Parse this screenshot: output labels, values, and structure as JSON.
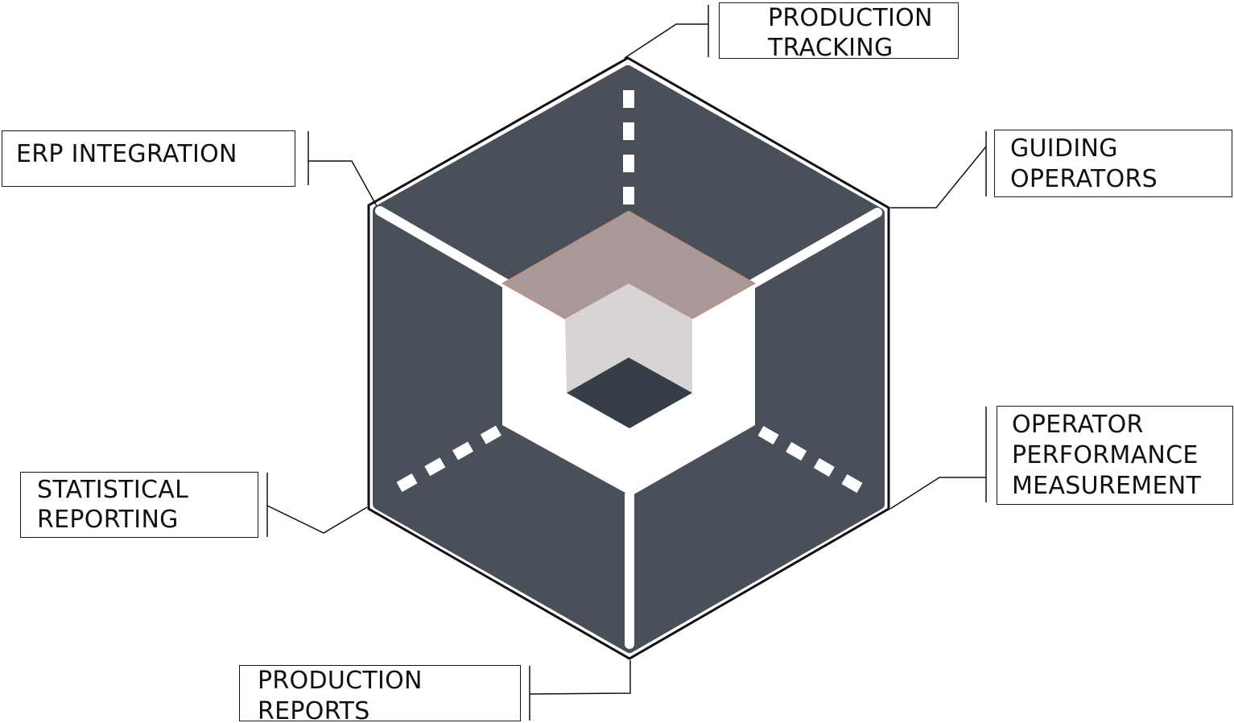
{
  "labels": {
    "production_tracking": [
      "PRODUCTION",
      "TRACKING"
    ],
    "erp_integration": [
      "ERP INTEGRATION"
    ],
    "guiding_operators": [
      "GUIDING",
      "OPERATORS"
    ],
    "operator_performance": [
      "OPERATOR",
      "PERFORMANCE",
      "MEASUREMENT"
    ],
    "statistical_reporting": [
      "STATISTICAL",
      "REPORTING"
    ],
    "production_reports": [
      "PRODUCTION",
      "REPORTS"
    ]
  },
  "colors": {
    "panel_dark": "#4a505a",
    "outline": "#111111",
    "divider": "#ffffff",
    "inner_top": "#a89898",
    "inner_side": "#d8d4d4",
    "inner_pit": "#363e48",
    "inner_edge": "#d28a6c"
  }
}
